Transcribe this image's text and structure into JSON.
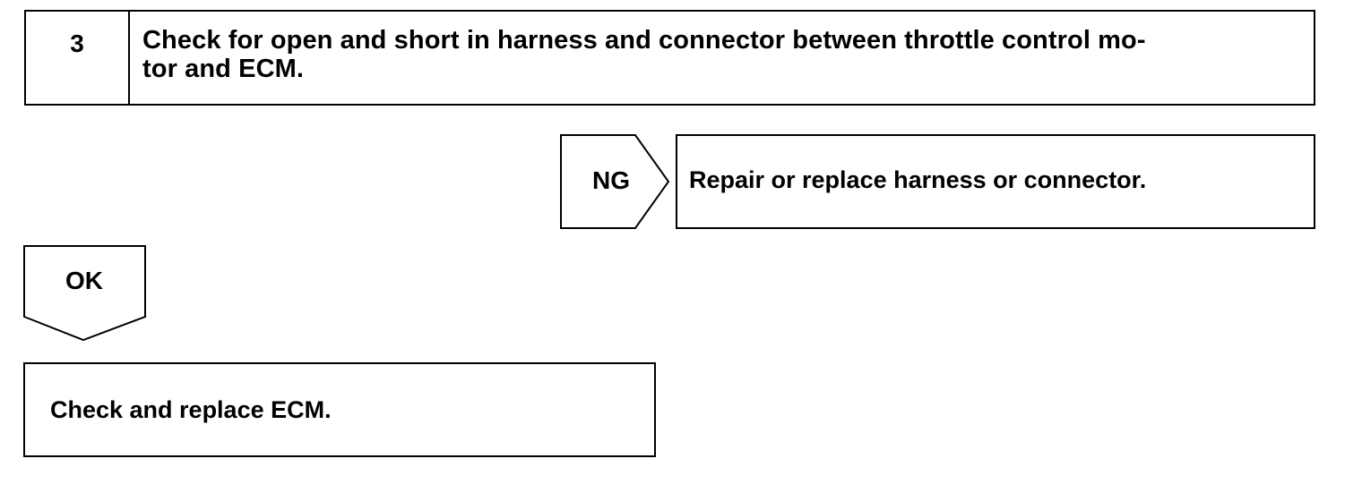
{
  "step": {
    "number": "3",
    "text": "Check for open and short in harness and connector between throttle control mo-\ntor and ECM."
  },
  "ng_branch": {
    "label": "NG",
    "action": "Repair or replace harness or connector."
  },
  "ok_branch": {
    "label": "OK",
    "action": "Check and replace ECM."
  }
}
